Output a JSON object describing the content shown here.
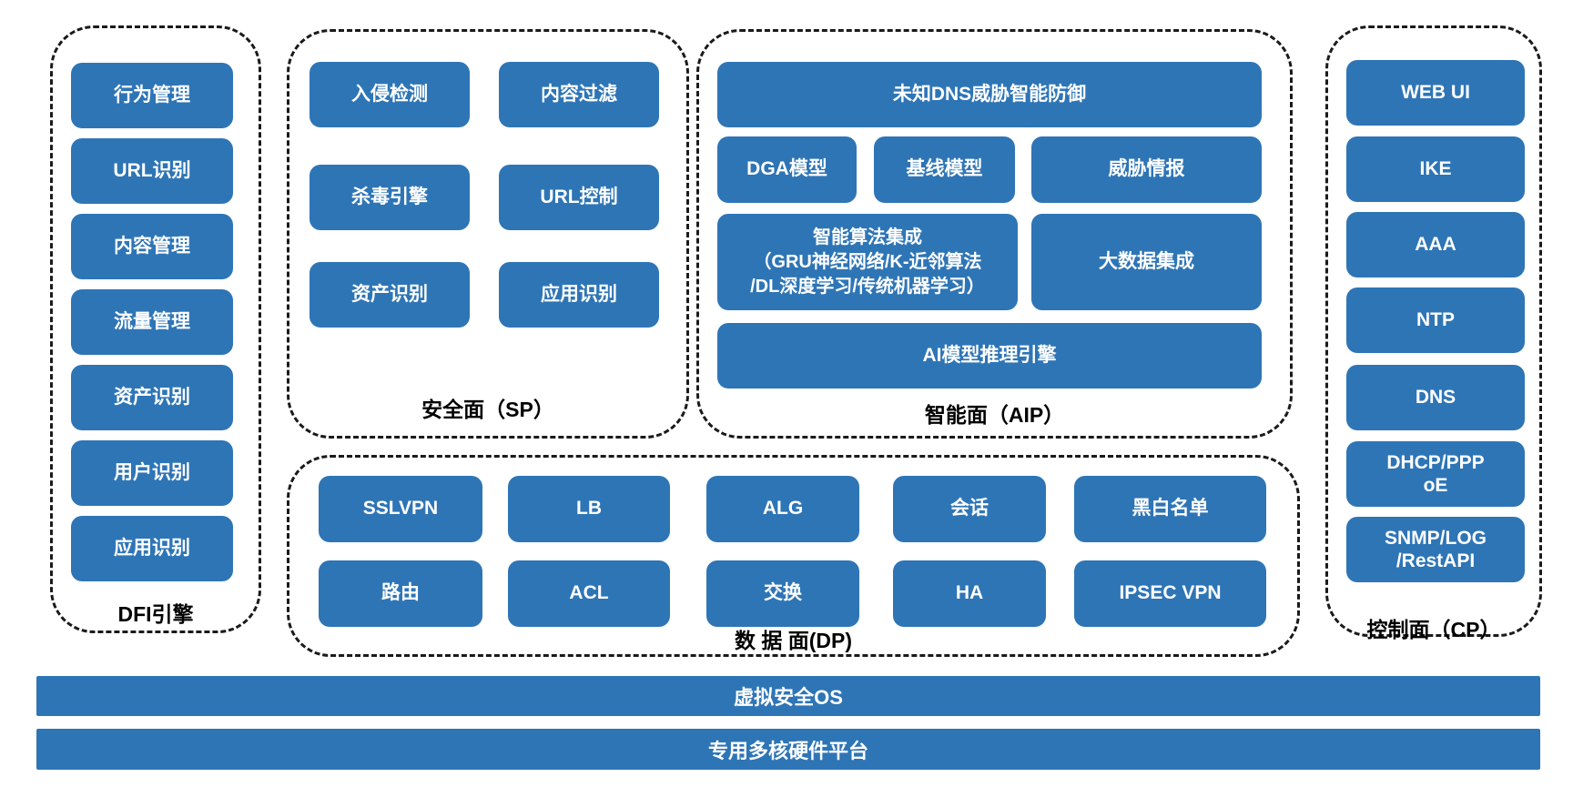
{
  "colors": {
    "block_blue": "#2E75B6",
    "block_text": "#FFFFFF",
    "outline_black": "#1A1A1A"
  },
  "groups": {
    "dfi": {
      "label": "DFI引擎",
      "items": [
        "行为管理",
        "URL识别",
        "内容管理",
        "流量管理",
        "资产识别",
        "用户识别",
        "应用识别"
      ]
    },
    "sp": {
      "label": "安全面（SP）",
      "items": [
        "入侵检测",
        "内容过滤",
        "杀毒引擎",
        "URL控制",
        "资产识别",
        "应用识别"
      ]
    },
    "aip": {
      "label": "智能面（AIP）",
      "top_block": "未知DNS威胁智能防御",
      "models": [
        "DGA模型",
        "基线模型",
        "威胁情报"
      ],
      "algorithm_block": "智能算法集成\n（GRU神经网络/K-近邻算法\n/DL深度学习/传统机器学习）",
      "bigdata_block": "大数据集成",
      "engine_block": "AI模型推理引擎"
    },
    "dp": {
      "label": "数 据 面(DP)",
      "row1": [
        "SSLVPN",
        "LB",
        "ALG",
        "会话",
        "黑白名单"
      ],
      "row2": [
        "路由",
        "ACL",
        "交换",
        "HA",
        "IPSEC VPN"
      ]
    },
    "cp": {
      "label": "控制面（CP）",
      "items": [
        "WEB UI",
        "IKE",
        "AAA",
        "NTP",
        "DNS",
        "DHCP/PPP\noE",
        "SNMP/LOG\n/RestAPI"
      ]
    }
  },
  "platform": {
    "os_bar": "虚拟安全OS",
    "hardware_bar": "专用多核硬件平台"
  }
}
